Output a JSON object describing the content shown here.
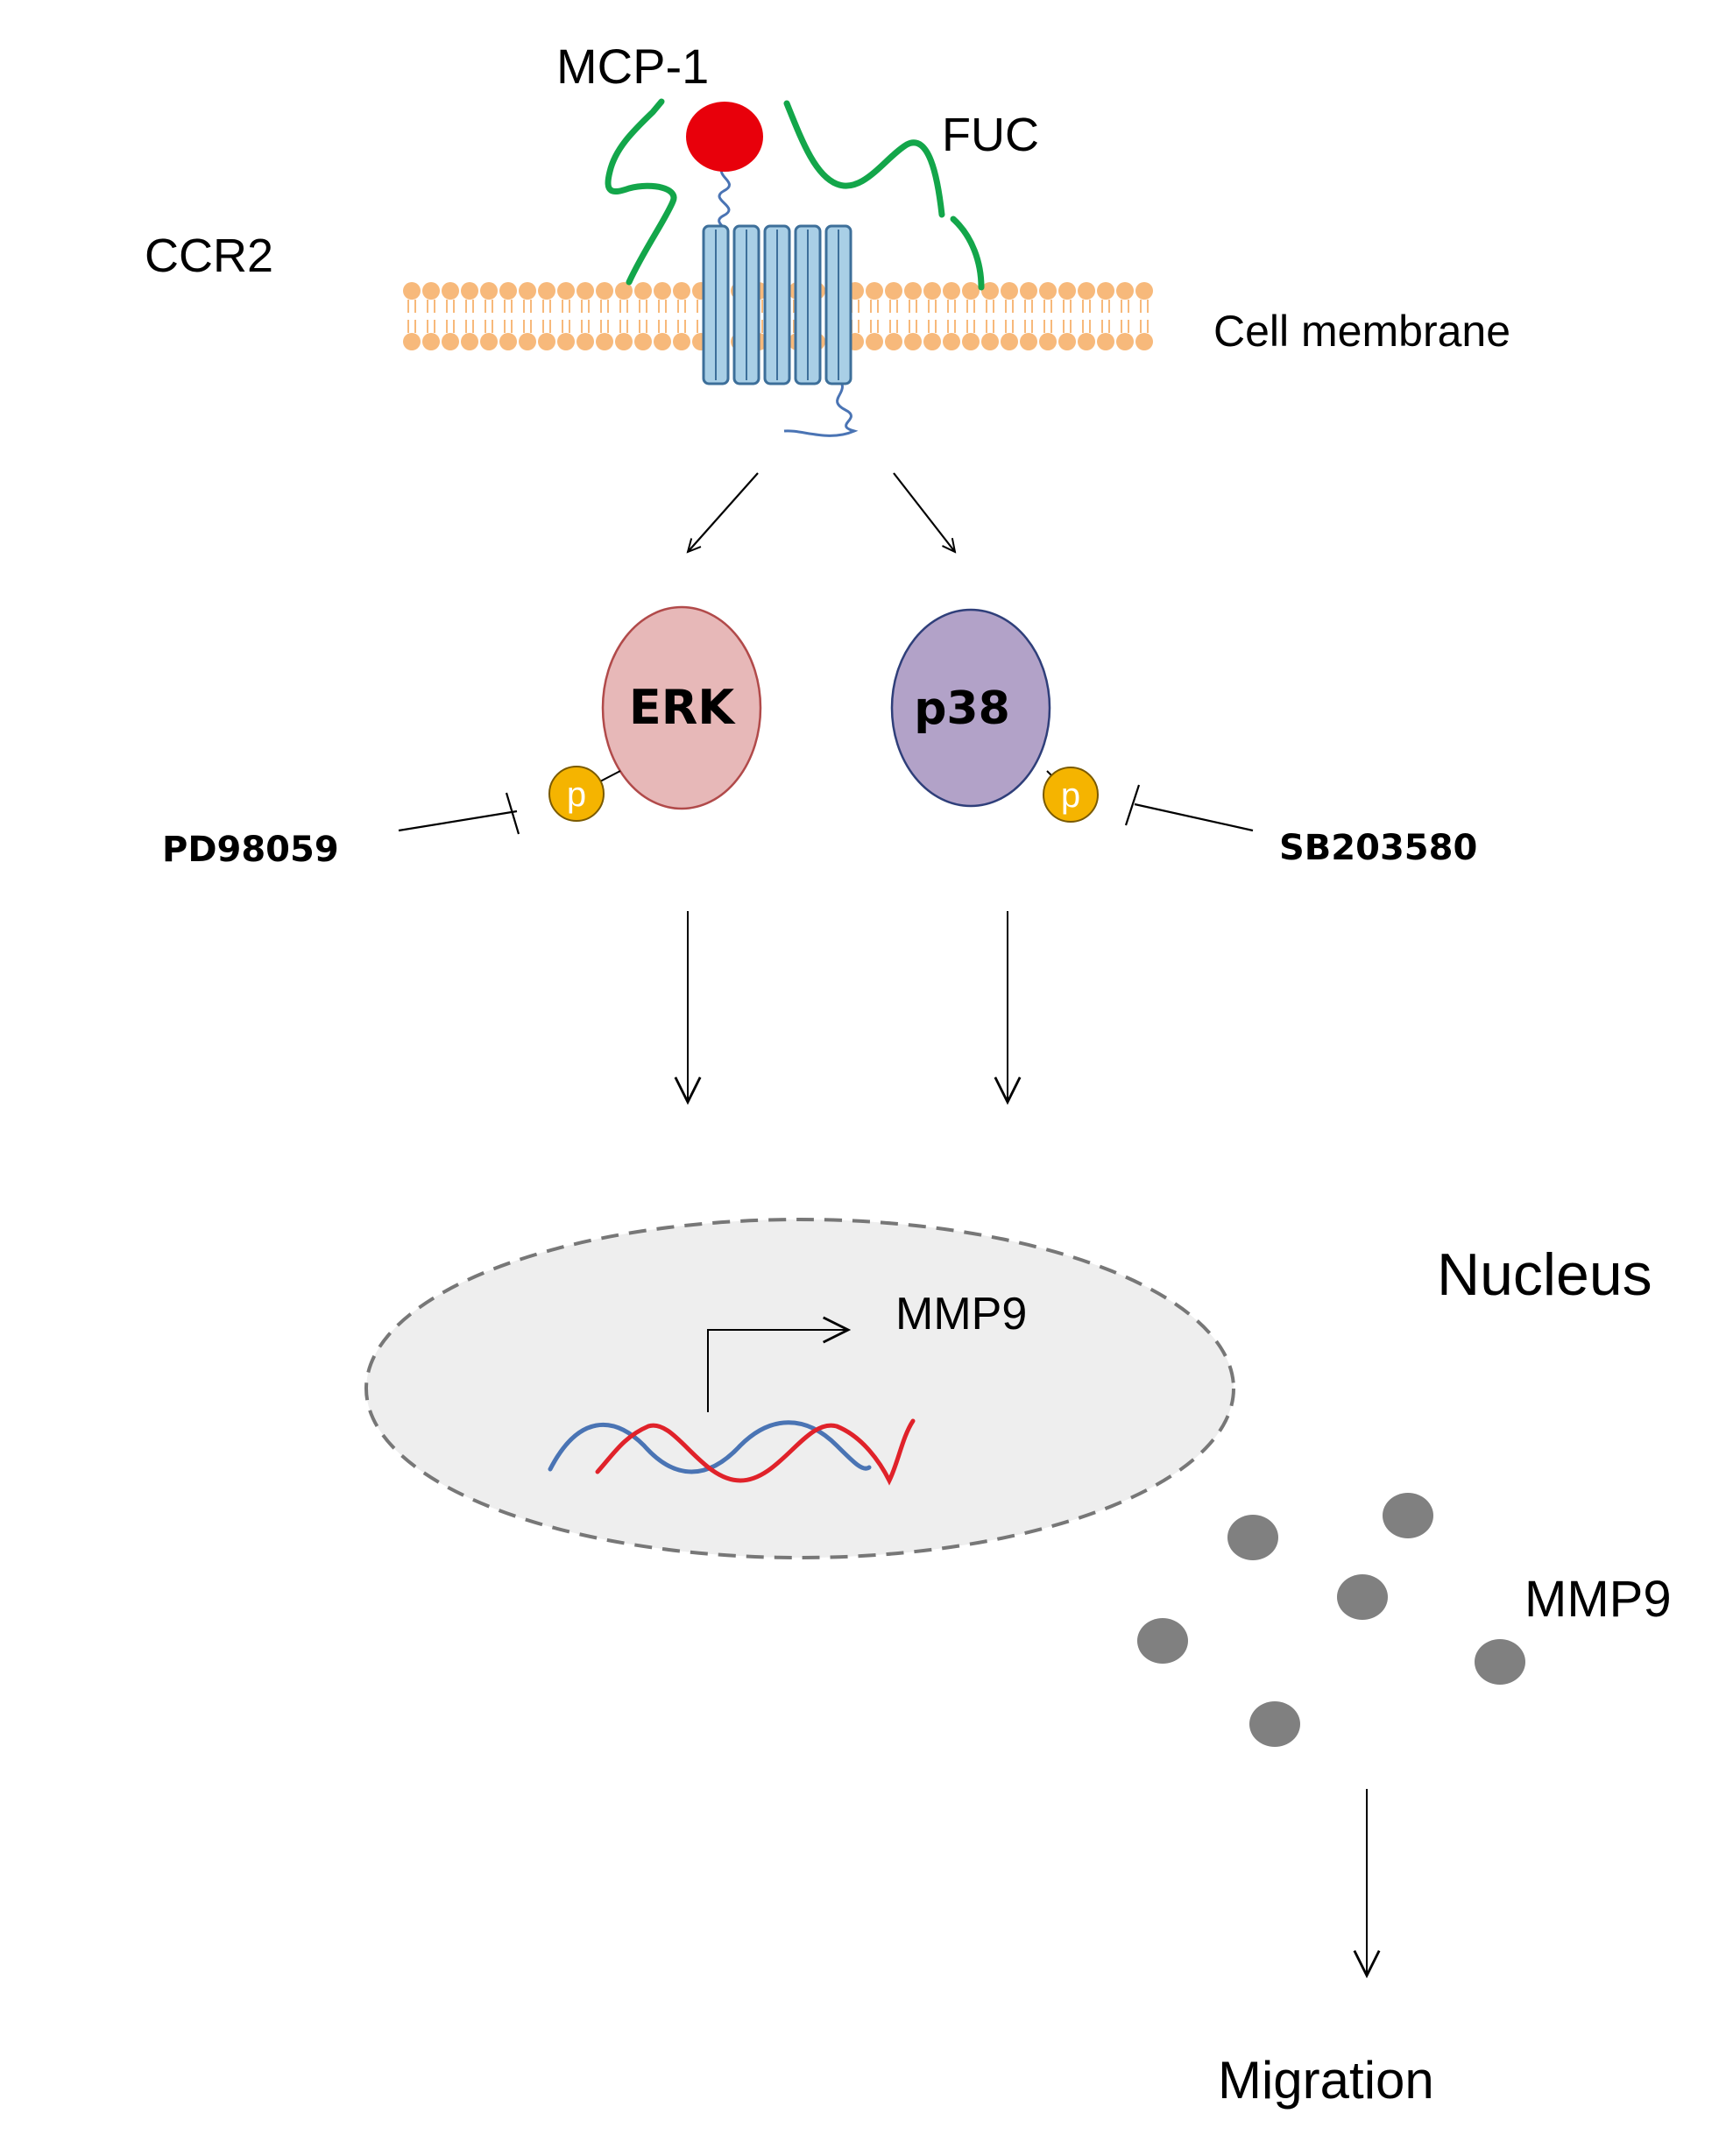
{
  "labels": {
    "mcp1": "MCP-1",
    "fuc": "FUC",
    "ccr2": "CCR2",
    "cell_membrane": "Cell membrane",
    "erk": "ERK",
    "p38": "p38",
    "phospho_erk": "p",
    "phospho_p38": "p",
    "pd98059": "PD98059",
    "sb203580": "SB203580",
    "nucleus": "Nucleus",
    "mmp9_gene": "MMP9",
    "mmp9_secreted": "MMP9",
    "migration": "Migration"
  },
  "colors": {
    "mcp1": "#e8000b",
    "fuc": "#13a64a",
    "membrane": "#f7b97b",
    "receptor_fill": "#a9cfe6",
    "receptor_stroke": "#3d6f9a",
    "erk_fill": "#e7b8b8",
    "erk_stroke": "#b14a4a",
    "p38_fill": "#b2a2c8",
    "p38_stroke": "#2f3f7a",
    "phospho": "#f5b400",
    "nucleus_fill": "#eeeeee",
    "nucleus_stroke": "#777777",
    "dna_blue": "#4a74b4",
    "dna_red": "#e0222a",
    "mmp9_protein": "#808080"
  }
}
